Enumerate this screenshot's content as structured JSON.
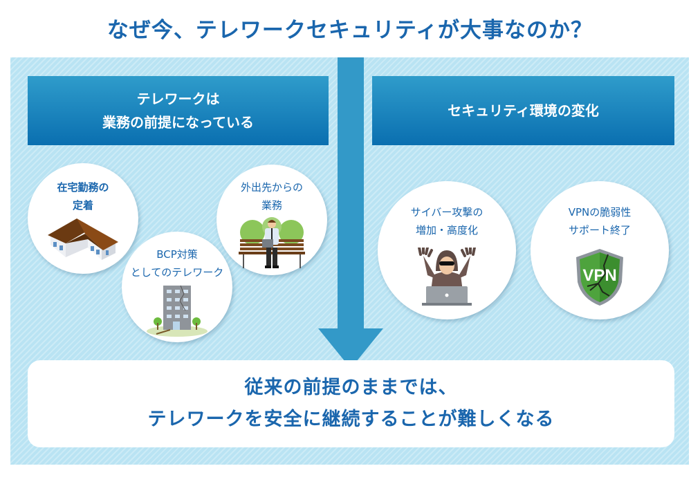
{
  "title": "なぜ今、テレワークセキュリティが大事なのか？",
  "colors": {
    "title_text": "#1a66ad",
    "panel_bg": "#b9e3f3",
    "header_top": "#2f9ccb",
    "header_bottom": "#0a6fb0",
    "arrow": "#3399c8"
  },
  "left_header": {
    "line1": "テレワークは",
    "line2": "業務の前提になっている"
  },
  "right_header": {
    "line1": "セキュリティ環境の変化"
  },
  "left_items": [
    {
      "line1": "在宅勤務の",
      "line2": "定着",
      "icon": "house-icon"
    },
    {
      "line1": "BCP対策",
      "line2": "としてのテレワーク",
      "icon": "damaged-building-icon"
    },
    {
      "line1": "外出先からの",
      "line2": "業務",
      "icon": "man-on-bench-with-laptop-icon"
    }
  ],
  "right_items": [
    {
      "line1": "サイバー攻撃の",
      "line2": "増加・高度化",
      "icon": "hacker-icon"
    },
    {
      "line1": "VPNの脆弱性",
      "line2": "サポート終了",
      "icon": "cracked-vpn-shield-icon",
      "badge_text": "VPN"
    }
  ],
  "conclusion": {
    "line1": "従来の前提のままでは、",
    "line2": "テレワークを安全に継続することが難しくなる"
  }
}
